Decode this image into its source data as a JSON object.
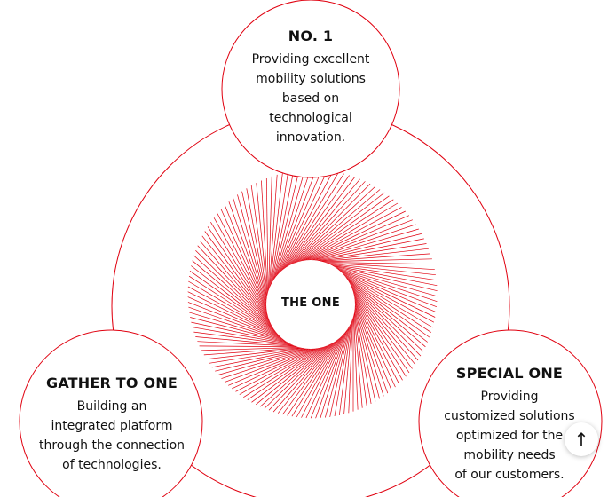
{
  "center": {
    "label": "THE ONE"
  },
  "nodes": {
    "top": {
      "title": "NO. 1",
      "body": "Providing excellent\nmobility solutions\nbased on\ntechnological\ninnovation."
    },
    "left": {
      "title": "GATHER TO ONE",
      "body": "Building an\nintegrated platform\nthrough the connection\nof technologies."
    },
    "right": {
      "title": "SPECIAL ONE",
      "body": "Providing\ncustomized solutions\noptimized for the\nmobility needs\nof our customers."
    }
  },
  "back_to_top": {
    "icon": "arrow-up-icon",
    "glyph": "↑"
  },
  "colors": {
    "accent": "#e0000f",
    "text": "#111111",
    "background": "#ffffff"
  }
}
